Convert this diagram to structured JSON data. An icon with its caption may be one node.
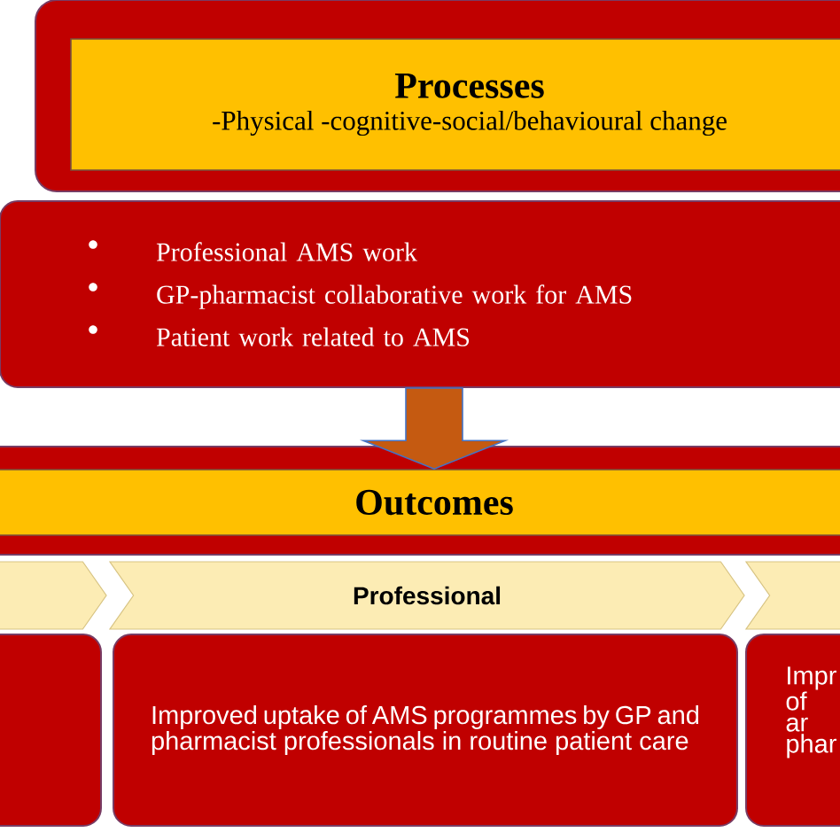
{
  "diagram": {
    "nodes": [
      {
        "text": [
          "Processes",
          "-Physical -cognitive-social/behavioural change"
        ]
      },
      {
        "text": [
          "Professional AMS work",
          "GP-pharmacist collaborative work for AMS",
          "Patient work related to AMS"
        ]
      },
      {
        "text": [
          "Outcomes"
        ]
      },
      {
        "text": [],
        "shape": "chevron"
      },
      {
        "text": [
          "Professional"
        ]
      },
      {
        "text": [],
        "shape": "chevron"
      },
      {
        "text": [],
        "shape": "box"
      },
      {
        "text": [
          "Improved uptake of AMS programmes by GP and pharmacist professionals in routine patient care"
        ]
      },
      {
        "text": [
          "Impr of ar phar"
        ]
      }
    ],
    "edges": [
      {
        "from": 1,
        "to": 2,
        "arrow": "to"
      }
    ]
  }
}
